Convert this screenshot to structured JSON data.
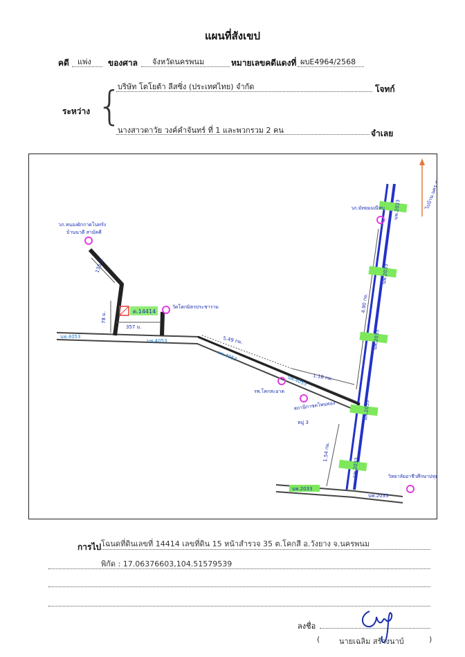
{
  "title": "แผนที่สังเขป",
  "header": {
    "case_label": "คดี",
    "case_type": "แพ่ง",
    "court_label": "ของศาล",
    "court_name": "จังหวัดนครพนม",
    "red_case_label": "หมายเลขคดีแดงที่",
    "red_case_number": "ผบE4964/2568"
  },
  "parties": {
    "between_label": "ระหว่าง",
    "plaintiff": "บริษัท โตโยต้า ลีสซิ่ง (ประเทศไทย) จำกัด",
    "plaintiff_role": "โจทก์",
    "defendant": "นางสาวดาวัย วงค์คำจันทร์ ที่ 1 และพวกรวม 2 คน",
    "defendant_role": "จำเลย"
  },
  "map": {
    "colors": {
      "road": "#555555",
      "highway": "#2332c8",
      "route": "#1a1a1a",
      "pin": "#e33be0",
      "highlight": "#7ee85c",
      "parcel": "#e23a3a",
      "handwriting": "#1b2fb0"
    },
    "landmarks": {
      "temple_top_left": "วภ.หนองผักกาดโนทรัง",
      "temple_top_left_2": "บ้านนาดี สามัคคี",
      "temple_center": "วัดโคกมิตรประชาราม",
      "temple_right_top": "วภ.มัทยมมณีทบ",
      "school_center": "รพ.โคกสะอาด",
      "health_center": "สถานีกาชดโพนทอง",
      "health_center_2": "หมู่ 3",
      "college_bottom": "วิทยาลัยอาชีวศึกษาปทุม",
      "direction_arrow": "ไปบ้าน.นคร.อุบล"
    },
    "parcel_label": "ต.14414",
    "roads": {
      "nph4053_a": "นพ.4053",
      "nph4053_b": "นพ.4053",
      "nph4053_c": "นพ.4053",
      "nph4053_d": "นพ.4053",
      "nph2033_a": "นพ.2033",
      "nph2033_b": "นพ.2033",
      "nph2033_c": "นพ.2033",
      "nph2033_d": "นพ.2033",
      "nph2033_e": "นพ.2033",
      "nph2033_f": "นพ.2033",
      "nph2033_g": "นพ.2033"
    },
    "distances": {
      "d_357": "357 ม.",
      "d_78": "78 ม.",
      "d_135": "135 ม.",
      "d_549": "5.49 กม.",
      "d_118": "1.18 กม.",
      "d_490": "4.90 กม.",
      "d_154": "1.54 กม."
    }
  },
  "footer": {
    "goto_label": "การไป",
    "goto_text": "โฉนดที่ดินเลขที่ 14414 เลขที่ดิน 15 หน้าสำรวจ 35 ต.โคกสี อ.วังยาง จ.นครพนม",
    "coords_text": "พิกัด : 17.06376603,104.51579539",
    "sign_label": "ลงชื่อ",
    "signer_open": "(",
    "signer_name": "นายเฉลิม  สร้างนาบ์",
    "signer_close": ")"
  }
}
